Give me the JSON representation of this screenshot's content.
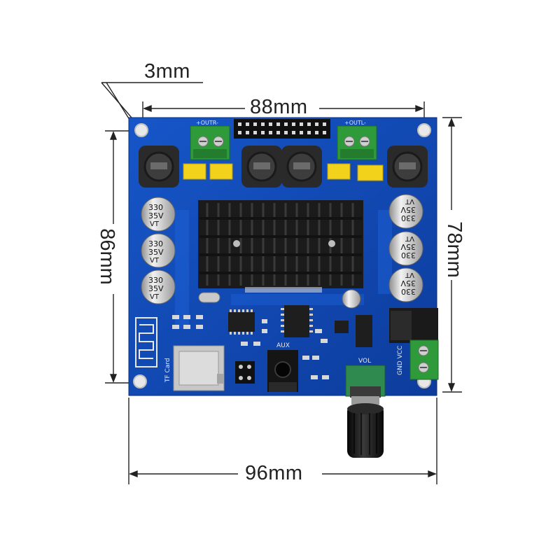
{
  "dimensions": {
    "hole_offset": "3mm",
    "hole_spacing_width": "88mm",
    "board_width": "96mm",
    "hole_spacing_height": "86mm",
    "board_height": "78mm"
  },
  "capacitor_marking": [
    "330",
    "35V",
    "VT"
  ],
  "silkscreen": {
    "aux": "AUX",
    "tf_card": "TF Card",
    "vol": "VOL",
    "power": "GND VCC",
    "out_left": "+OUTR-",
    "out_right": "+OUTL-"
  },
  "colors": {
    "board": "#1247b5",
    "heatsink": "#1b1b1b",
    "terminal": "#2e9a3a",
    "yellow_cap": "#f2d21a"
  }
}
